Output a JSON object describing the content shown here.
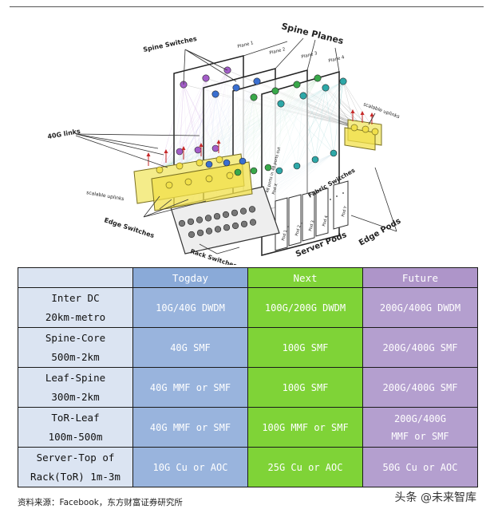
{
  "diagram": {
    "labels": {
      "spine_planes": "Spine Planes",
      "spine_switches": "Spine Switches",
      "links_40g": "40G links",
      "scalable_uplinks_left": "scalable uplinks",
      "scalable_uplinks_right": "scalable uplinks",
      "edge_switches": "Edge Switches",
      "rack_switches": "Rack Switches",
      "server_pods": "Server Pods",
      "edge_pods": "Edge Pods",
      "fabric_switches": "Fabric Switches",
      "pod_links": "48 ports in 48 ports out",
      "plane_1": "Plane 1",
      "plane_2": "Plane 2",
      "plane_3": "Plane 3",
      "plane_4": "Plane 4",
      "pod_1": "Pod 1",
      "pod_2": "Pod 2",
      "pod_3": "Pod 3",
      "pod_4": "Pod 4",
      "pod_y": "Pod Y",
      "pod_x": "Pod X"
    },
    "colors": {
      "plane1": "#a35dc8",
      "plane2": "#3a6fd0",
      "plane3": "#39a84a",
      "plane4": "#2ea8a8",
      "edge": "#f1e04a",
      "rack": "#777777",
      "uplink": "#c62828"
    }
  },
  "table": {
    "headers": [
      "",
      "Togday",
      "Next",
      "Future"
    ],
    "rows": [
      {
        "label_lines": [
          "Inter DC",
          "20km-metro"
        ],
        "today": [
          "10G/40G DWDM"
        ],
        "next": [
          "100G/200G DWDM"
        ],
        "future": [
          "200G/400G DWDM"
        ]
      },
      {
        "label_lines": [
          "Spine-Core",
          "500m-2km"
        ],
        "today": [
          "40G SMF"
        ],
        "next": [
          "100G SMF"
        ],
        "future": [
          "200G/400G SMF"
        ]
      },
      {
        "label_lines": [
          "Leaf-Spine",
          "300m-2km"
        ],
        "today": [
          "40G MMF or SMF"
        ],
        "next": [
          "100G SMF"
        ],
        "future": [
          "200G/400G SMF"
        ]
      },
      {
        "label_lines": [
          "ToR-Leaf",
          "100m-500m"
        ],
        "today": [
          "40G MMF or SMF"
        ],
        "next": [
          "100G MMF or SMF"
        ],
        "future": [
          "200G/400G",
          "MMF or SMF"
        ]
      },
      {
        "label_lines": [
          "Server-Top of",
          "Rack(ToR) 1m-3m"
        ],
        "today": [
          "10G Cu or AOC"
        ],
        "next": [
          "25G Cu or AOC"
        ],
        "future": [
          "50G Cu or AOC"
        ]
      }
    ]
  },
  "footer": {
    "source": "资料来源：Facebook，东方财富证券研究所",
    "watermark": "头条 @未来智库"
  }
}
